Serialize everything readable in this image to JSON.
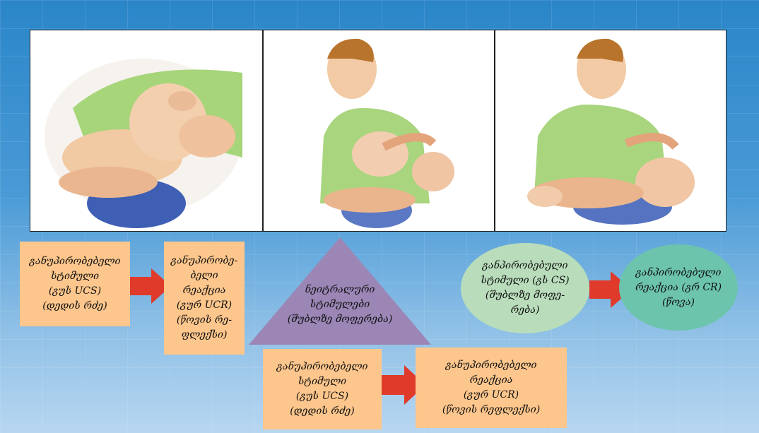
{
  "colors": {
    "box_fill": "#fdc68c",
    "arrow": "#e03a2a",
    "triangle": "#9b86b6",
    "ellipse_cs": "#b9ddbb",
    "ellipse_cr": "#6cc4ad"
  },
  "row1": {
    "ucs": "განუპირობებელი\nსტიმული\n(გუს UCS)\n(დედის რძე)",
    "ucr": "განუპირობე-\nბელი\nრეაქცია\n(გურ UCR)\n(წოვის რე-\nფლექსი)"
  },
  "neutral": "ნეიტრალური\nსტიმულები\n(შუბლზე მოფერება)",
  "row2": {
    "ucs": "განუპირობებელი\nსტიმული\n(გუს UCS)\n(დედის რძე)",
    "ucr": "განუპირობებელი\nრეაქცია\n(გურ UCR)\n(წოვის რეფლექსი)"
  },
  "cs": "განპირობებული\nსტიმული (გს CS)\n(შუბლზე მოფე-\nრება)",
  "cr": "განპირობებული\nრეაქცია (გრ CR)\n(წოვა)",
  "panels": [
    {
      "icon": "mother-nursing-baby-illustration"
    },
    {
      "icon": "mother-stroking-forehead-illustration"
    },
    {
      "icon": "mother-stroking-baby-nursing-illustration"
    }
  ]
}
